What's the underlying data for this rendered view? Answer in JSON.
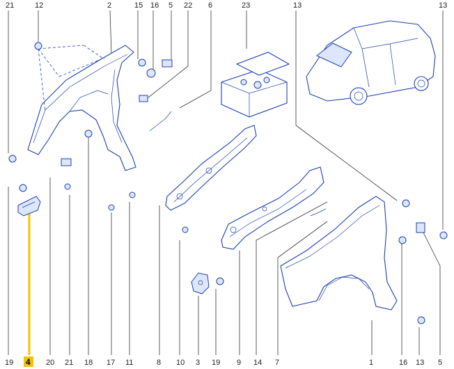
{
  "colors": {
    "line": "#1a3fb0",
    "highlight": "#f5c400",
    "car_fill": "#2456d6"
  },
  "callouts": {
    "top": [
      "21",
      "12",
      "2",
      "15",
      "16",
      "5",
      "22",
      "6",
      "23",
      "13",
      "13"
    ],
    "bottom": [
      "19",
      "4",
      "20",
      "21",
      "18",
      "17",
      "11",
      "8",
      "10",
      "3",
      "19",
      "9",
      "14",
      "7",
      "1",
      "16",
      "13",
      "5"
    ]
  },
  "highlighted_part": "4"
}
